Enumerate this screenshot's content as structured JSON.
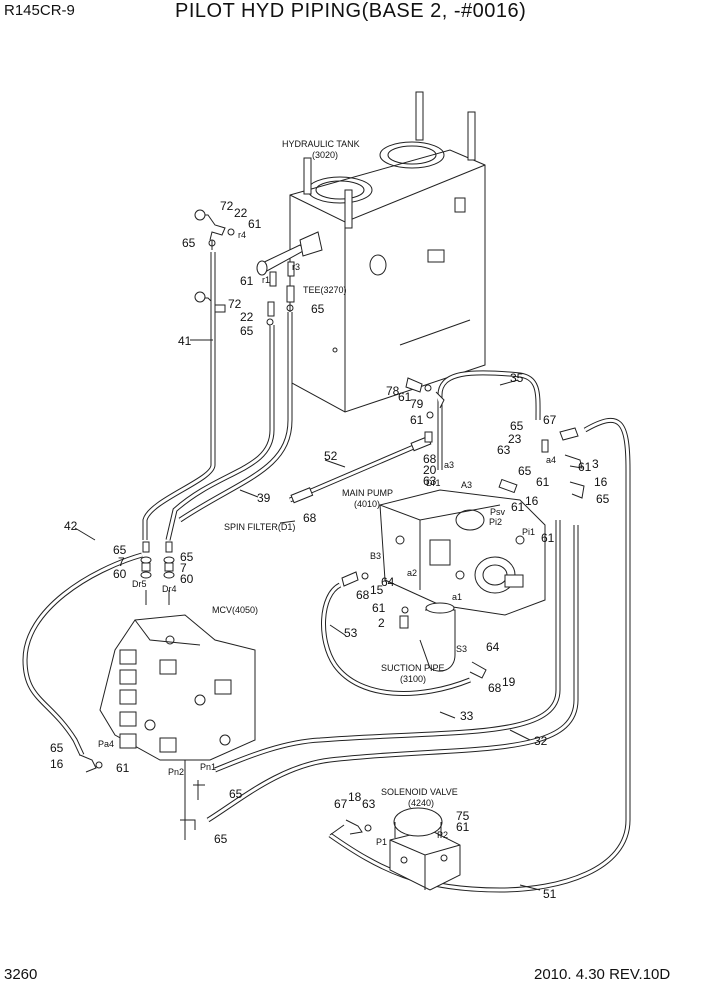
{
  "header": {
    "model": "R145CR-9",
    "title": "PILOT HYD PIPING(BASE 2, -#0016)"
  },
  "footer": {
    "page_number": "3260",
    "revision": "2010. 4.30  REV.10D"
  },
  "component_labels": {
    "hydraulic_tank": "HYDRAULIC TANK",
    "hydraulic_tank_code": "(3020)",
    "tee": "TEE(3270)",
    "main_pump": "MAIN PUMP",
    "main_pump_code": "(4010)",
    "spin_filter": "SPIN FILTER(D1)",
    "mcv": "MCV(4050)",
    "suction_pipe": "SUCTION PIPE",
    "suction_pipe_code": "(3100)",
    "solenoid_valve": "SOLENOID VALVE",
    "solenoid_valve_code": "(4240)"
  },
  "port_labels": {
    "r4": "r4",
    "r1": "r1",
    "r3": "r3",
    "a3": "a3",
    "A3": "A3",
    "a4": "a4",
    "Dr1": "Dr1",
    "Psv": "Psv",
    "Pi2": "Pi2",
    "Pi1": "Pi1",
    "B3": "B3",
    "a2": "a2",
    "a1": "a1",
    "S3": "S3",
    "Dr5": "Dr5",
    "Dr4": "Dr4",
    "Pa4": "Pa4",
    "Pn2": "Pn2",
    "Pn1": "Pn1",
    "P1": "P1",
    "P2": "P2"
  },
  "callouts": {
    "c72a": "72",
    "c22a": "22",
    "c61a": "61",
    "c65a": "65",
    "c61b": "61",
    "c72b": "72",
    "c22b": "22",
    "c65b": "65",
    "c65c": "65",
    "c41": "41",
    "c39": "39",
    "c42": "42",
    "c52": "52",
    "c68a": "68",
    "c35": "35",
    "c78": "78",
    "c61c": "61",
    "c79": "79",
    "c61d": "61",
    "c65d": "65",
    "c67a": "67",
    "c23": "23",
    "c63a": "63",
    "c68b": "68",
    "c20": "20",
    "c63b": "63",
    "c65e": "65",
    "c61e": "61",
    "c3": "3",
    "c61f": "61",
    "c16a": "16",
    "c61g": "61",
    "c16b": "16",
    "c65f": "65",
    "c61h": "61",
    "c65g": "65",
    "c7a": "7",
    "c60a": "60",
    "c65h": "65",
    "c7b": "7",
    "c60b": "60",
    "c64a": "64",
    "c15": "15",
    "c68c": "68",
    "c61i": "61",
    "c2": "2",
    "c53": "53",
    "c64b": "64",
    "c68d": "68",
    "c19": "19",
    "c33": "33",
    "c32": "32",
    "c65i": "65",
    "c16c": "16",
    "c61j": "61",
    "c65j": "65",
    "c65k": "65",
    "c67b": "67",
    "c18": "18",
    "c63c": "63",
    "c75": "75",
    "c61k": "61",
    "c51": "51"
  }
}
